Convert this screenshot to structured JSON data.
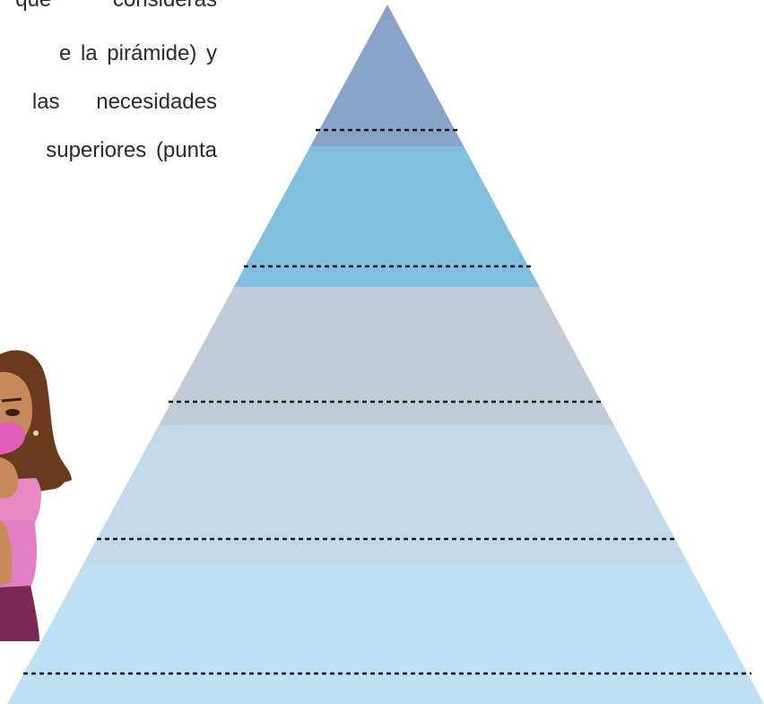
{
  "instructions": {
    "lines": [
      "que consideras",
      "e la pirámide) y",
      "las necesidades",
      "superiores (punta"
    ]
  },
  "pyramid": {
    "levels": [
      {
        "name": "level-5-top",
        "color": "#8aa3c8",
        "answer": ""
      },
      {
        "name": "level-4",
        "color": "#80bfe0",
        "answer": ""
      },
      {
        "name": "level-3",
        "color": "#c0cbd8",
        "answer": ""
      },
      {
        "name": "level-2",
        "color": "#c2d9ea",
        "answer": ""
      },
      {
        "name": "level-1-base",
        "color": "#bde0f3",
        "answer": ""
      }
    ]
  },
  "illustration": {
    "icon": "girl-with-mask-thinking-icon"
  }
}
